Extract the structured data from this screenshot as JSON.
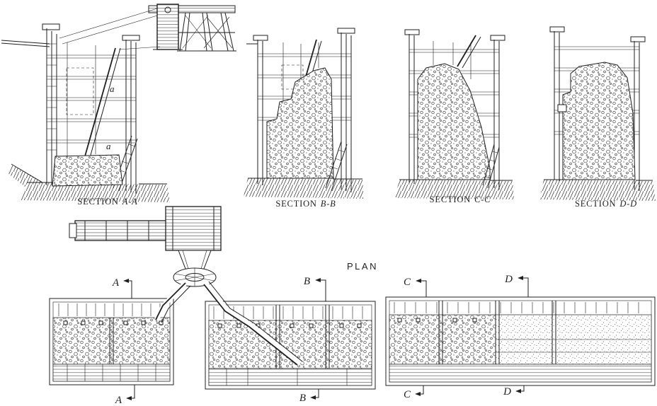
{
  "figure": {
    "colors": {
      "ink": "#1f1f1f",
      "paper": "#ffffff"
    },
    "sections": [
      {
        "caption_word": "SECTION",
        "caption_letters": "A-A",
        "annotations": [
          "a",
          "a"
        ]
      },
      {
        "caption_word": "SECTION",
        "caption_letters": "B-B"
      },
      {
        "caption_word": "SECTION",
        "caption_letters": "C-C"
      },
      {
        "caption_word": "SECTION",
        "caption_letters": "D-D"
      }
    ],
    "plan": {
      "label": "PLAN",
      "cut_markers": [
        {
          "letter": "A"
        },
        {
          "letter": "B"
        },
        {
          "letter": "C"
        },
        {
          "letter": "D"
        }
      ]
    }
  }
}
